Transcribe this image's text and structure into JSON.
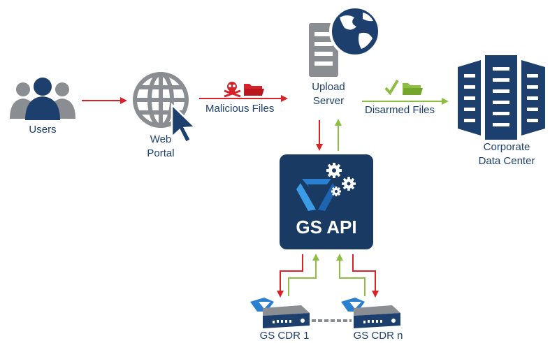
{
  "nodes": {
    "users": "Users",
    "web_portal": [
      "Web",
      "Portal"
    ],
    "upload_server": [
      "Upload",
      "Server"
    ],
    "data_center": [
      "Corporate",
      "Data Center"
    ],
    "api": "GS API",
    "cdr1": "GS CDR 1",
    "cdrn": "GS CDR n"
  },
  "edges": {
    "malicious": "Malicious Files",
    "disarmed": "Disarmed Files"
  },
  "colors": {
    "navy": "#1d3f6e",
    "gray": "#8a8d91",
    "red": "#d7222a",
    "green": "#8cbf3f",
    "api_bg": "#193a63",
    "blue_logo": "#2a7fd0"
  }
}
